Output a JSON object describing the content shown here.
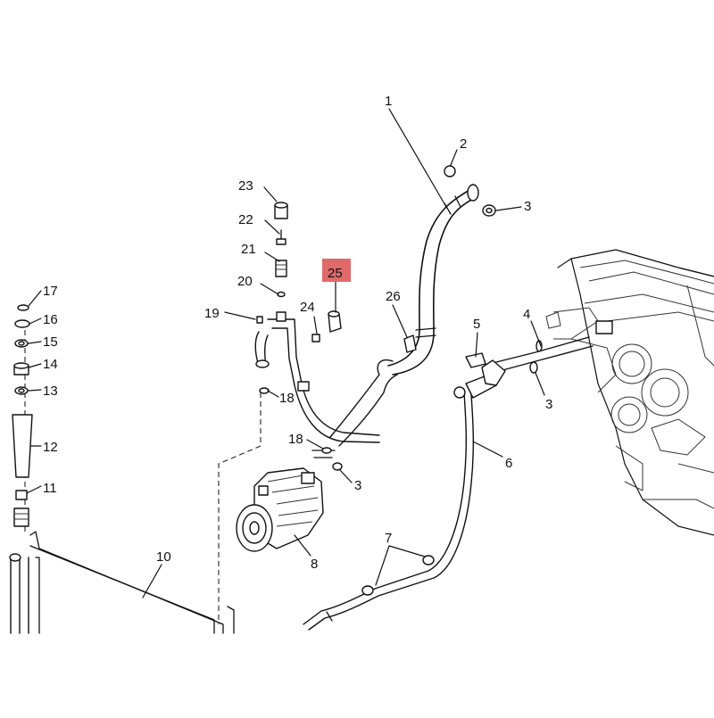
{
  "diagram": {
    "highlight_color": "#e06a6a",
    "callouts": [
      {
        "id": "c1",
        "text": "1"
      },
      {
        "id": "c2",
        "text": "2"
      },
      {
        "id": "c3a",
        "text": "3"
      },
      {
        "id": "c3b",
        "text": "3"
      },
      {
        "id": "c3c",
        "text": "3"
      },
      {
        "id": "c4",
        "text": "4"
      },
      {
        "id": "c5",
        "text": "5"
      },
      {
        "id": "c6",
        "text": "6"
      },
      {
        "id": "c7",
        "text": "7"
      },
      {
        "id": "c8",
        "text": "8"
      },
      {
        "id": "c10",
        "text": "10"
      },
      {
        "id": "c11",
        "text": "11"
      },
      {
        "id": "c12",
        "text": "12"
      },
      {
        "id": "c13",
        "text": "13"
      },
      {
        "id": "c14",
        "text": "14"
      },
      {
        "id": "c15",
        "text": "15"
      },
      {
        "id": "c16",
        "text": "16"
      },
      {
        "id": "c17",
        "text": "17"
      },
      {
        "id": "c18a",
        "text": "18"
      },
      {
        "id": "c18b",
        "text": "18"
      },
      {
        "id": "c19",
        "text": "19"
      },
      {
        "id": "c20",
        "text": "20"
      },
      {
        "id": "c21",
        "text": "21"
      },
      {
        "id": "c22",
        "text": "22"
      },
      {
        "id": "c23",
        "text": "23"
      },
      {
        "id": "c24",
        "text": "24"
      },
      {
        "id": "c25",
        "text": "25",
        "highlighted": true
      },
      {
        "id": "c26",
        "text": "26"
      }
    ]
  }
}
